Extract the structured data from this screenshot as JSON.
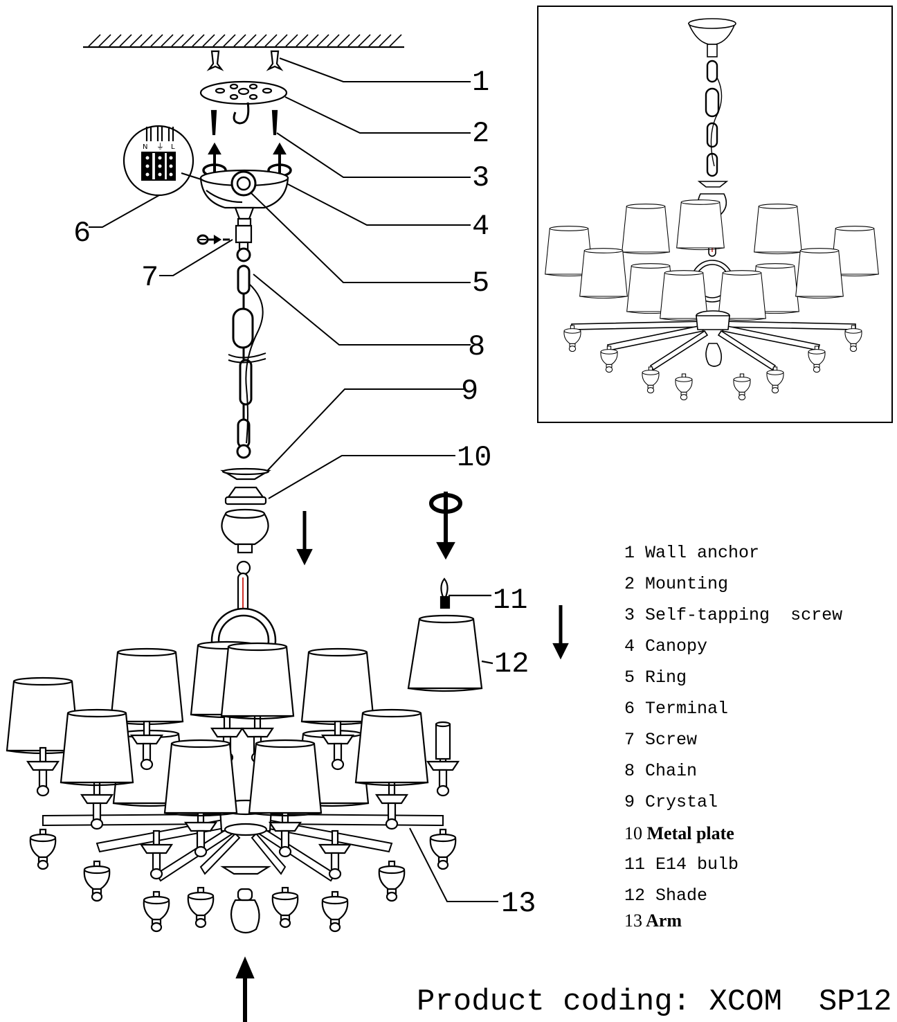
{
  "callouts": [
    {
      "num": "1"
    },
    {
      "num": "2"
    },
    {
      "num": "3"
    },
    {
      "num": "4"
    },
    {
      "num": "5"
    },
    {
      "num": "6"
    },
    {
      "num": "7"
    },
    {
      "num": "8"
    },
    {
      "num": "9"
    },
    {
      "num": "10"
    },
    {
      "num": "11"
    },
    {
      "num": "12"
    },
    {
      "num": "13"
    }
  ],
  "terminal_labels": {
    "n": "N",
    "ground": "⏚",
    "l": "L"
  },
  "legend": [
    {
      "num": "1",
      "name": "Wall anchor"
    },
    {
      "num": "2",
      "name": "Mounting"
    },
    {
      "num": "3",
      "name": "Self-tapping  screw"
    },
    {
      "num": "4",
      "name": "Canopy"
    },
    {
      "num": "5",
      "name": "Ring"
    },
    {
      "num": "6",
      "name": "Terminal"
    },
    {
      "num": "7",
      "name": "Screw"
    },
    {
      "num": "8",
      "name": "Chain"
    },
    {
      "num": "9",
      "name": "Crystal"
    },
    {
      "num": "10",
      "name": "Metal plate"
    },
    {
      "num": "11",
      "name": "E14 bulb"
    },
    {
      "num": "12",
      "name": "Shade"
    },
    {
      "num": "13",
      "name": "Arm"
    }
  ],
  "product_code": "Product coding: XCOM  SP12",
  "colors": {
    "line": "#000000",
    "rod_accent": "#d0302a"
  }
}
